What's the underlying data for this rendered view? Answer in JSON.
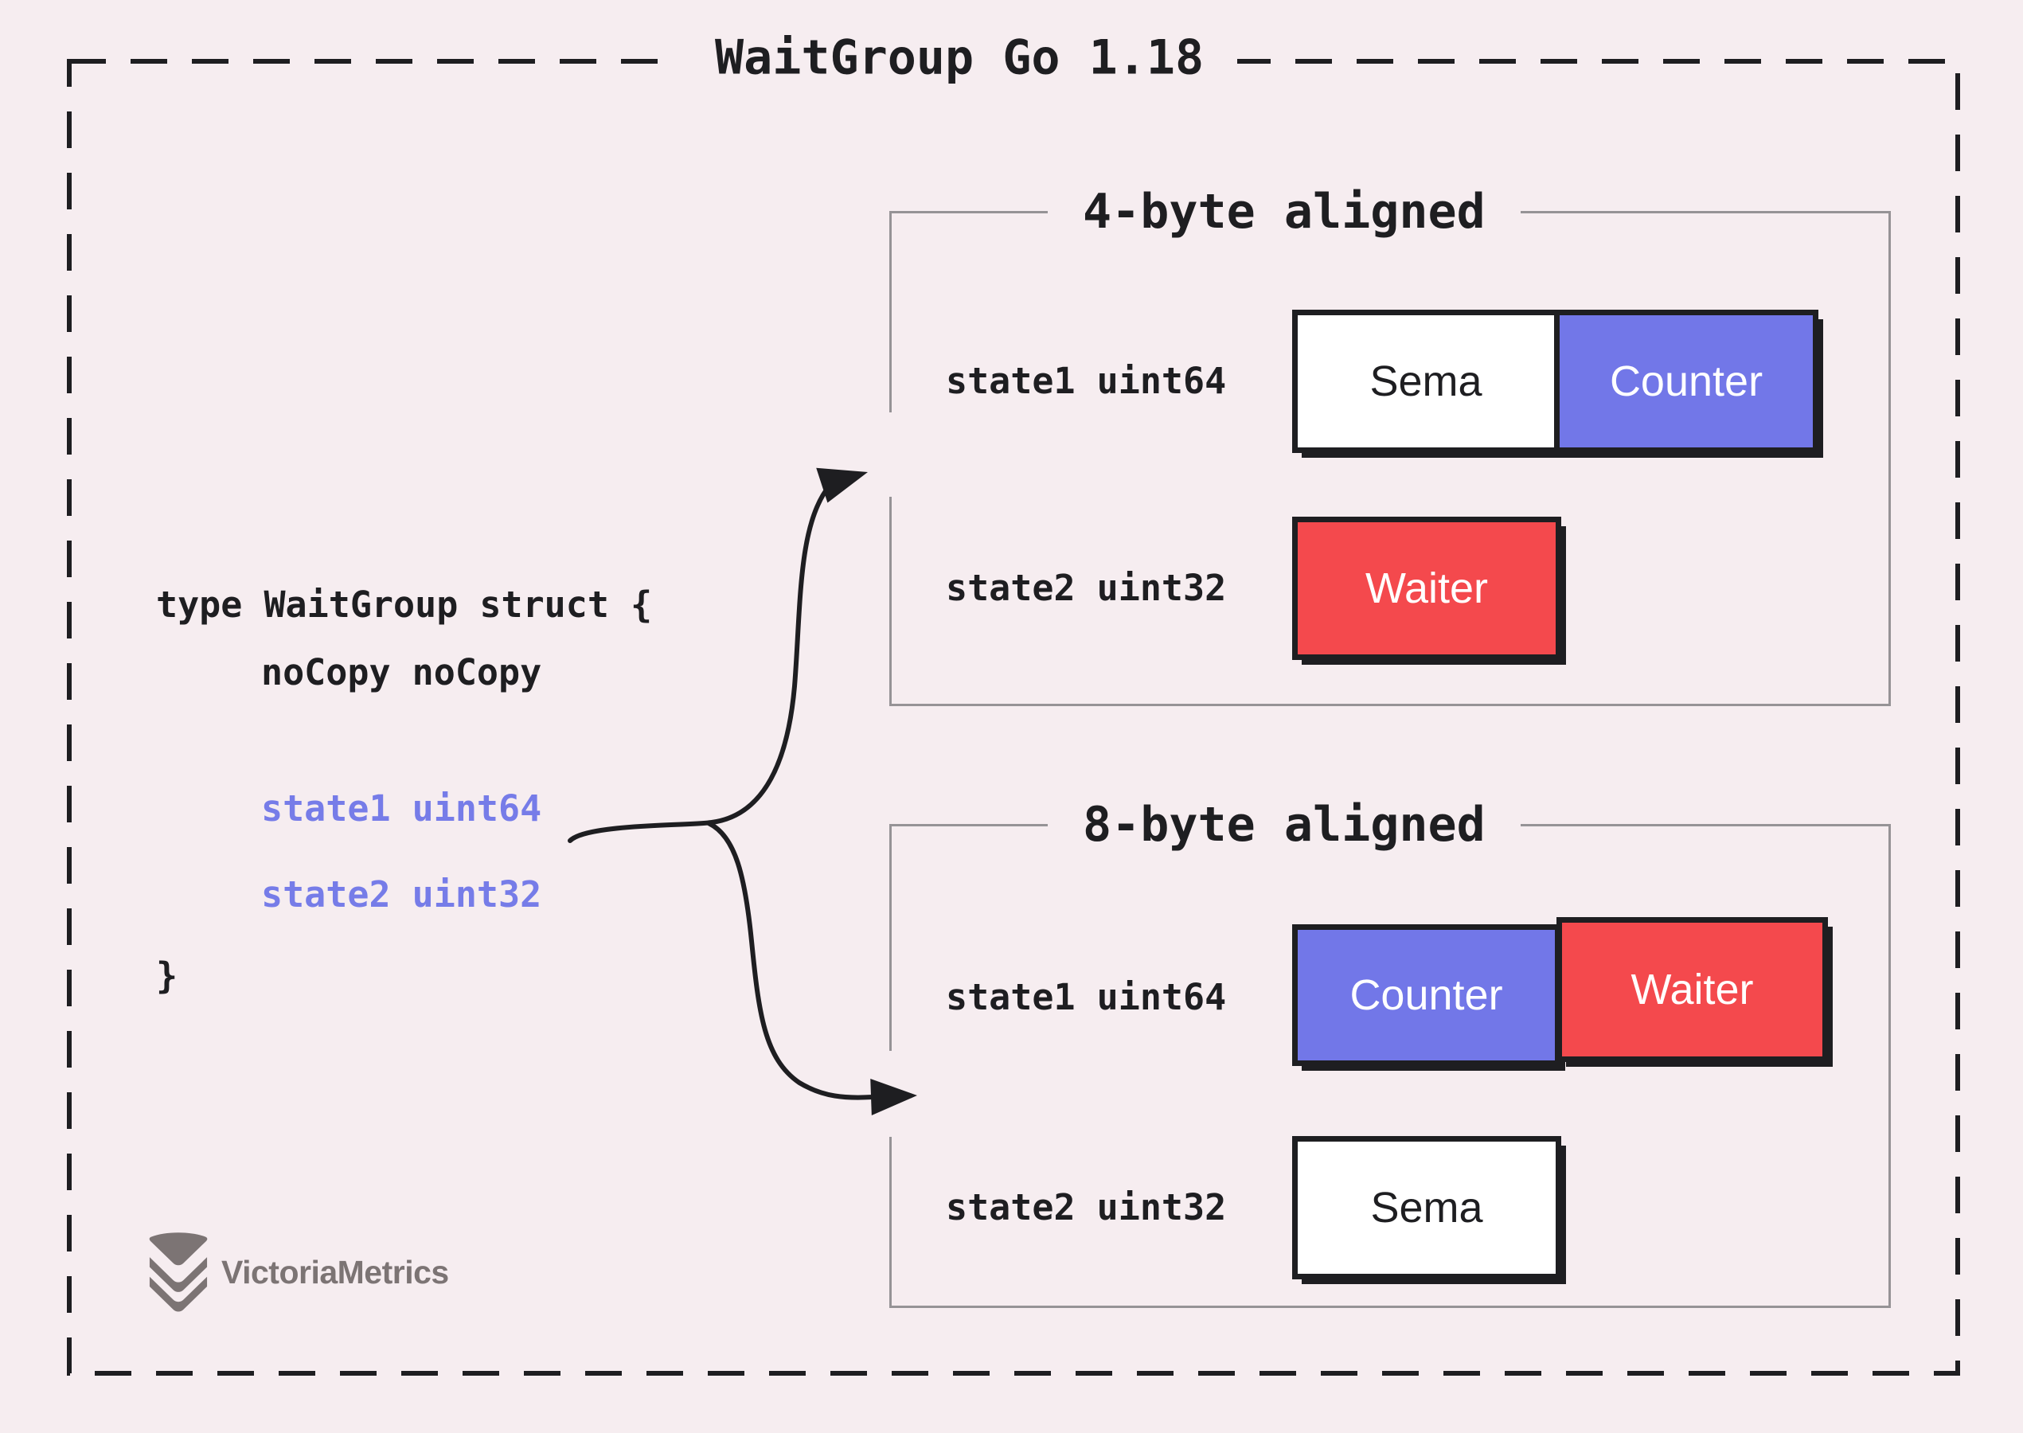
{
  "title": "WaitGroup Go 1.18",
  "code": {
    "line1": "type WaitGroup struct {",
    "line2": "noCopy noCopy",
    "line3": "state1 uint64",
    "line4": "state2 uint32",
    "line5": "}"
  },
  "panels": [
    {
      "title": "4-byte aligned",
      "rows": [
        {
          "label": "state1 uint64",
          "cells": [
            {
              "text": "Sema",
              "color": "white"
            },
            {
              "text": "Counter",
              "color": "purple"
            }
          ]
        },
        {
          "label": "state2 uint32",
          "cells": [
            {
              "text": "Waiter",
              "color": "red"
            }
          ]
        }
      ]
    },
    {
      "title": "8-byte aligned",
      "rows": [
        {
          "label": "state1 uint64",
          "cells": [
            {
              "text": "Counter",
              "color": "purple"
            },
            {
              "text": "Waiter",
              "color": "red"
            }
          ]
        },
        {
          "label": "state2 uint32",
          "cells": [
            {
              "text": "Sema",
              "color": "white"
            }
          ]
        }
      ]
    }
  ],
  "logo": {
    "text": "VictoriaMetrics"
  },
  "colors": {
    "background": "#f6edf0",
    "ink": "#1e1e21",
    "purple": "#7277e8",
    "red": "#f4494d",
    "code_purple": "#767ce8",
    "panel_border": "#969396",
    "logo_gray": "#7c7474"
  }
}
